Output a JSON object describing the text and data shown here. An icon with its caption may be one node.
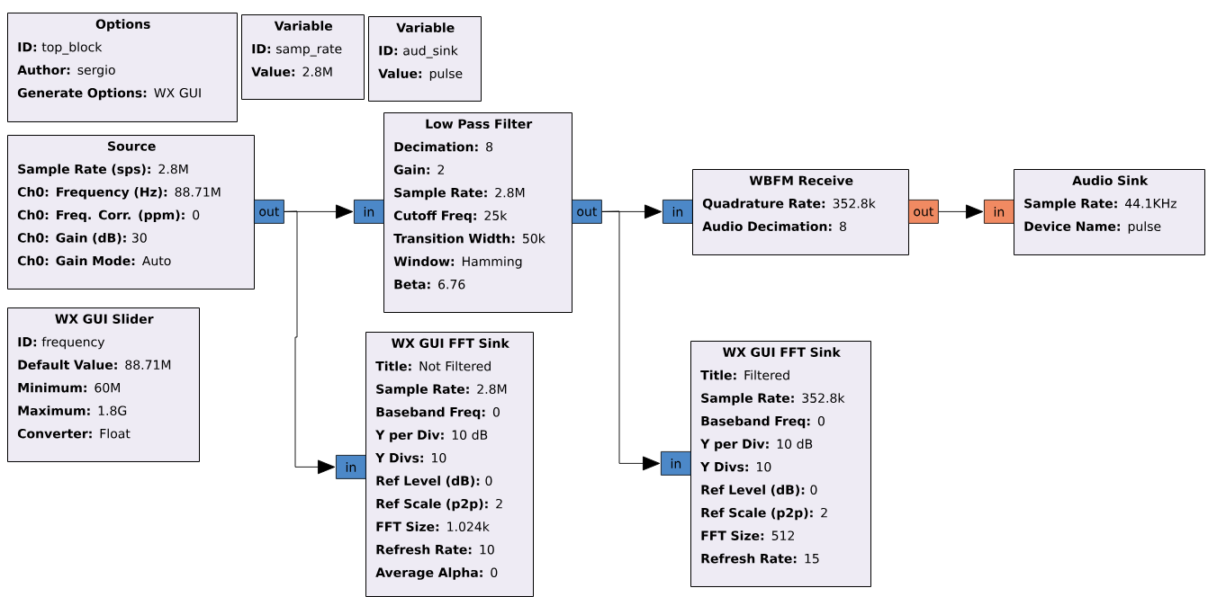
{
  "diagram": {
    "nodes": [
      {
        "text": [
          "Options",
          "**ID:** top_block",
          "**Author:** sergio",
          "**Generate Options:** WX GUI"
        ]
      },
      {
        "text": [
          "Variable",
          "**ID:** samp_rate",
          "**Value:** 2.8M"
        ]
      },
      {
        "text": [
          "Variable",
          "**ID:** aud_sink",
          "**Value:** pulse"
        ]
      },
      {
        "text": [
          "Low Pass Filter",
          "**Decimation:** 8",
          "**Gain:** 2",
          "**Sample Rate:** 2.8M",
          "**Cutoff Freq:** 25k",
          "**Transition Width:** 50k",
          "**Window:** Hamming",
          "**Beta:** 6.76"
        ]
      },
      {
        "text": [
          "Source",
          "**Sample Rate (sps):** 2.8M",
          "**Ch0: Frequency (Hz):** 88.71M",
          "**Ch0: Freq. Corr. (ppm):** 0",
          "**Ch0: Gain (dB):** 30",
          "**Ch0: Gain Mode:** Auto"
        ]
      },
      {
        "text": [
          "out"
        ]
      },
      {
        "text": [
          "in"
        ]
      },
      {
        "text": [
          "out"
        ]
      },
      {
        "text": [
          "in"
        ]
      },
      {
        "text": [
          "WBFM Receive",
          "**Quadrature Rate:** 352.8k",
          "**Audio Decimation:** 8"
        ]
      },
      {
        "text": [
          "out"
        ]
      },
      {
        "text": [
          "in"
        ]
      },
      {
        "text": [
          "Audio Sink",
          "**Sample Rate:** 44.1KHz",
          "**Device Name:** pulse"
        ]
      },
      {
        "text": [
          "WX GUI Slider",
          "**ID:** frequency",
          "**Default Value:** 88.71M",
          "**Minimum:** 60M",
          "**Maximum:** 1.8G",
          "**Converter:** Float"
        ]
      },
      {
        "text": [
          "WX GUI FFT Sink",
          "**Title:** Not Filtered",
          "**Sample Rate:** 2.8M",
          "**Baseband Freq:** 0",
          "**Y per Div:** 10 dB",
          "**Y Divs:** 10",
          "**Ref Level (dB):** 0",
          "**Ref Scale (p2p):** 2",
          "**FFT Size:** 1.024k",
          "**Refresh Rate:** 10",
          "**Average Alpha:** 0"
        ]
      },
      {
        "text": [
          "in"
        ]
      },
      {
        "text": [
          "WX GUI FFT Sink",
          "**Title:** Filtered",
          "**Sample Rate:** 352.8k",
          "**Baseband Freq:** 0",
          "**Y per Div:** 10 dB",
          "**Y Divs:** 10",
          "**Ref Level (dB):** 0",
          "**Ref Scale (p2p):** 2",
          "**FFT Size:** 512",
          "**Refresh Rate:** 15"
        ]
      },
      {
        "text": [
          "in"
        ]
      }
    ],
    "edges": [
      {
        "from": 5,
        "to": 6,
        "arrow": "to"
      },
      {
        "from": 5,
        "to": 15,
        "arrow": "to"
      },
      {
        "from": 7,
        "to": 8,
        "arrow": "to"
      },
      {
        "from": 7,
        "to": 17,
        "arrow": "to"
      },
      {
        "from": 10,
        "to": 11,
        "arrow": "to"
      }
    ]
  }
}
